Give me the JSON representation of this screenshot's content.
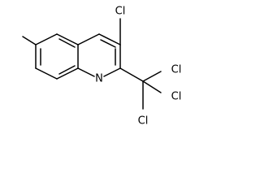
{
  "molecule": {
    "labels": {
      "cl_top": "Cl",
      "n_ring": "N",
      "cl_right_top": "Cl",
      "cl_right_middle": "Cl",
      "cl_bottom": "Cl"
    }
  }
}
